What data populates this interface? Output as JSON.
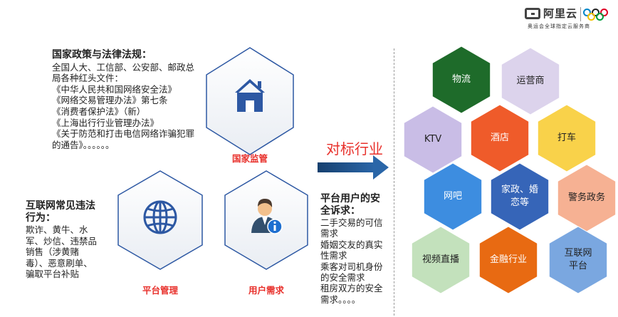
{
  "logo": {
    "brand": "阿里云",
    "subtitle": "奥运会全球指定云服务商",
    "ring_colors": [
      "#0085c7",
      "#222222",
      "#df0024",
      "#f4c300",
      "#009f3d"
    ]
  },
  "policy": {
    "title": "国家政策与法律法规：",
    "lines": [
      "全国人大、工信部、公安部、邮政总",
      "局各种红头文件：",
      "《中华人民共和国网络安全法》",
      "《网络交易管理办法》第七条",
      "《消费者保护法》（新）",
      "《上海出行行业管理办法》",
      "《关于防范和打击电信网络诈骗犯罪",
      "的通告》。。。。。。"
    ]
  },
  "illegal": {
    "title_lines": [
      "互联网常见违法",
      "行为："
    ],
    "lines": [
      "欺诈、黄牛、水",
      "军、炒信、违禁品",
      "销售（涉黄赌",
      "毒）、恶意刷单、",
      "骗取平台补贴"
    ]
  },
  "center_hexes": {
    "regulation": {
      "label": "国家监管",
      "icon": "home-icon"
    },
    "platform": {
      "label": "平台管理",
      "icon": "globe-icon"
    },
    "user": {
      "label": "用户需求",
      "icon": "user-info-icon"
    }
  },
  "arrow": {
    "label": "对标行业",
    "color": "#1f4e8c"
  },
  "user_appeal": {
    "title_lines": [
      "平台用户的安",
      "全诉求："
    ],
    "lines": [
      "二手交易的可信",
      "需求",
      "婚姻交友的真实",
      "性需求",
      "乘客对司机身份",
      "的安全需求",
      "租房双方的安全",
      "需求。。。。"
    ]
  },
  "industries": [
    {
      "label": "物流",
      "color": "#1e6b2a",
      "text_color": "#ffffff"
    },
    {
      "label": "运营商",
      "color": "#dcd3ec",
      "text_color": "#222222"
    },
    {
      "label": "KTV",
      "color": "#c9bde6",
      "text_color": "#222222"
    },
    {
      "label": "酒店",
      "color": "#ef5b2a",
      "text_color": "#ffffff"
    },
    {
      "label": "打车",
      "color": "#f9d24a",
      "text_color": "#222222"
    },
    {
      "label": "网吧",
      "color": "#3d8de0",
      "text_color": "#ffffff"
    },
    {
      "label": "家政、婚恋等",
      "color": "#3665b8",
      "text_color": "#ffffff"
    },
    {
      "label": "警务政务",
      "color": "#f6b193",
      "text_color": "#222222"
    },
    {
      "label": "视频直播",
      "color": "#c3e1bc",
      "text_color": "#222222"
    },
    {
      "label": "金融行业",
      "color": "#e86a12",
      "text_color": "#ffffff"
    },
    {
      "label": "互联网平台",
      "color": "#7aa7e0",
      "text_color": "#222222"
    }
  ]
}
